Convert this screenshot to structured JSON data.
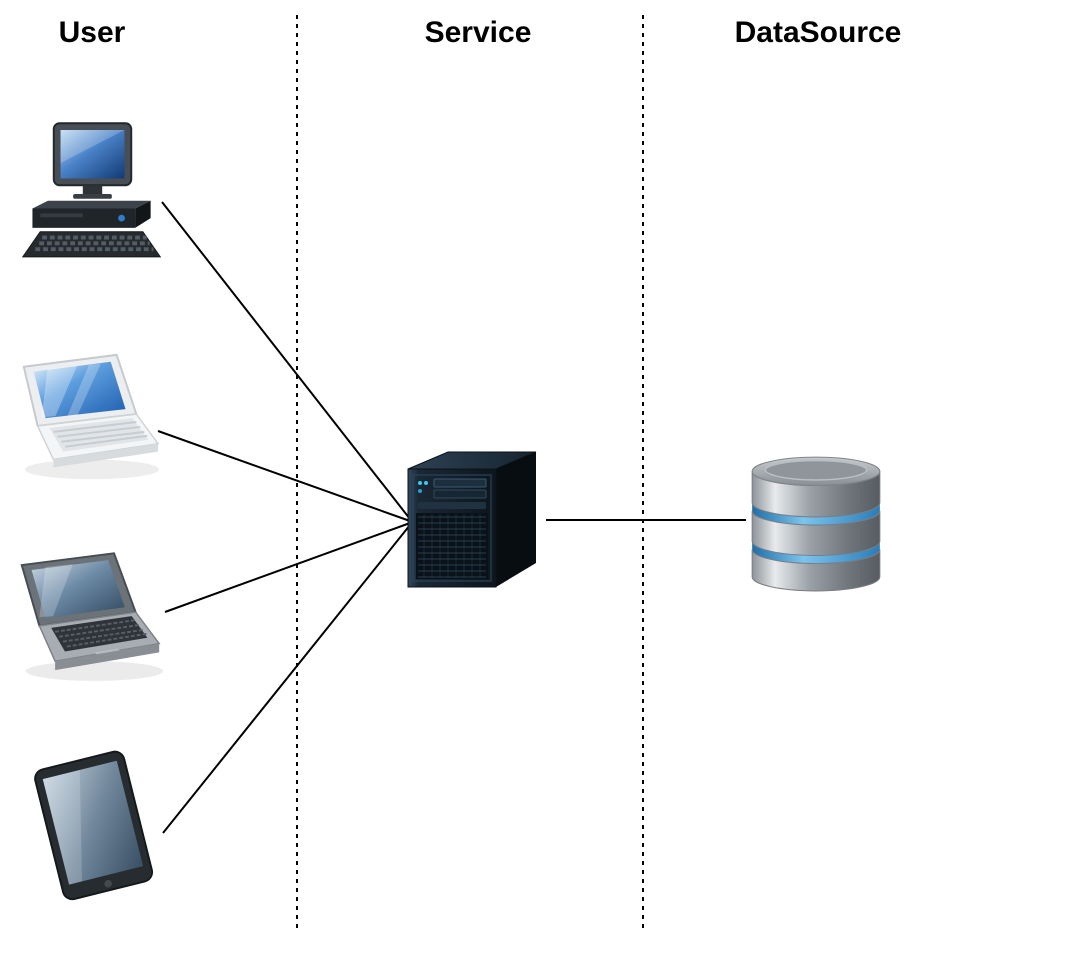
{
  "diagram": {
    "lanes": [
      {
        "label": "User"
      },
      {
        "label": "Service"
      },
      {
        "label": "DataSource"
      }
    ],
    "nodes": [
      {
        "name": "desktop-client",
        "lane": "User",
        "icon": "desktop-computer-icon"
      },
      {
        "name": "white-laptop-client",
        "lane": "User",
        "icon": "white-laptop-icon"
      },
      {
        "name": "dark-laptop-client",
        "lane": "User",
        "icon": "dark-laptop-icon"
      },
      {
        "name": "tablet-client",
        "lane": "User",
        "icon": "tablet-icon"
      },
      {
        "name": "service-server",
        "lane": "Service",
        "icon": "server-tower-icon"
      },
      {
        "name": "database",
        "lane": "DataSource",
        "icon": "database-icon"
      }
    ],
    "edges": [
      {
        "from": "desktop-client",
        "to": "service-server"
      },
      {
        "from": "white-laptop-client",
        "to": "service-server"
      },
      {
        "from": "dark-laptop-client",
        "to": "service-server"
      },
      {
        "from": "tablet-client",
        "to": "service-server"
      },
      {
        "from": "service-server",
        "to": "database"
      }
    ],
    "styles": {
      "background": "#ffffff",
      "line_color": "#000000",
      "label_color": "#000000",
      "accent_blue": "#4aa3e0"
    }
  }
}
